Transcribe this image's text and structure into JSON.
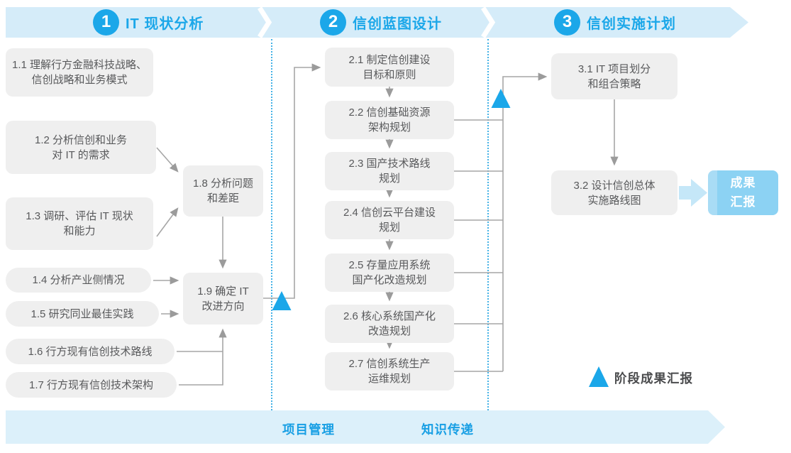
{
  "colors": {
    "brand_blue": "#1BA7E9",
    "banner_bg": "#D5ECF9",
    "footer_banner_bg": "#DCF0FA",
    "box_bg": "#EFEFEF",
    "box_text": "#58595B",
    "connector_gray": "#A6A6A6",
    "result_box_bg": "#8CD2F3",
    "fat_arrow": "#C5E7F8",
    "dotted_divider": "#45B2E6"
  },
  "phases": [
    {
      "number": "1",
      "label": "IT 现状分析"
    },
    {
      "number": "2",
      "label": "信创蓝图设计"
    },
    {
      "number": "3",
      "label": "信创实施计划"
    }
  ],
  "boxes": {
    "b11": {
      "label": "1.1 理解行方金融科技战略、\n信创战略和业务模式"
    },
    "b12": {
      "label": "1.2 分析信创和业务\n对 IT 的需求"
    },
    "b13": {
      "label": "1.3 调研、评估 IT 现状\n和能力"
    },
    "b14": {
      "label": "1.4 分析产业侧情况"
    },
    "b15": {
      "label": "1.5 研究同业最佳实践"
    },
    "b16": {
      "label": "1.6 行方现有信创技术路线"
    },
    "b17": {
      "label": "1.7 行方现有信创技术架构"
    },
    "b18": {
      "label": "1.8 分析问题\n和差距"
    },
    "b19": {
      "label": "1.9 确定 IT\n改进方向"
    },
    "b21": {
      "label": "2.1 制定信创建设\n目标和原则"
    },
    "b22": {
      "label": "2.2 信创基础资源\n架构规划"
    },
    "b23": {
      "label": "2.3 国产技术路线\n规划"
    },
    "b24": {
      "label": "2.4 信创云平台建设\n规划"
    },
    "b25": {
      "label": "2.5 存量应用系统\n国产化改造规划"
    },
    "b26": {
      "label": "2.6 核心系统国产化\n改造规划"
    },
    "b27": {
      "label": "2.7 信创系统生产\n运维规划"
    },
    "b31": {
      "label": "3.1 IT 项目划分\n和组合策略"
    },
    "b32": {
      "label": "3.2 设计信创总体\n实施路线图"
    }
  },
  "result_box": {
    "label": "成果\n汇报"
  },
  "legend": {
    "label": "阶段成果汇报"
  },
  "footer": {
    "items": [
      {
        "label": "项目管理"
      },
      {
        "label": "知识传递"
      }
    ]
  }
}
